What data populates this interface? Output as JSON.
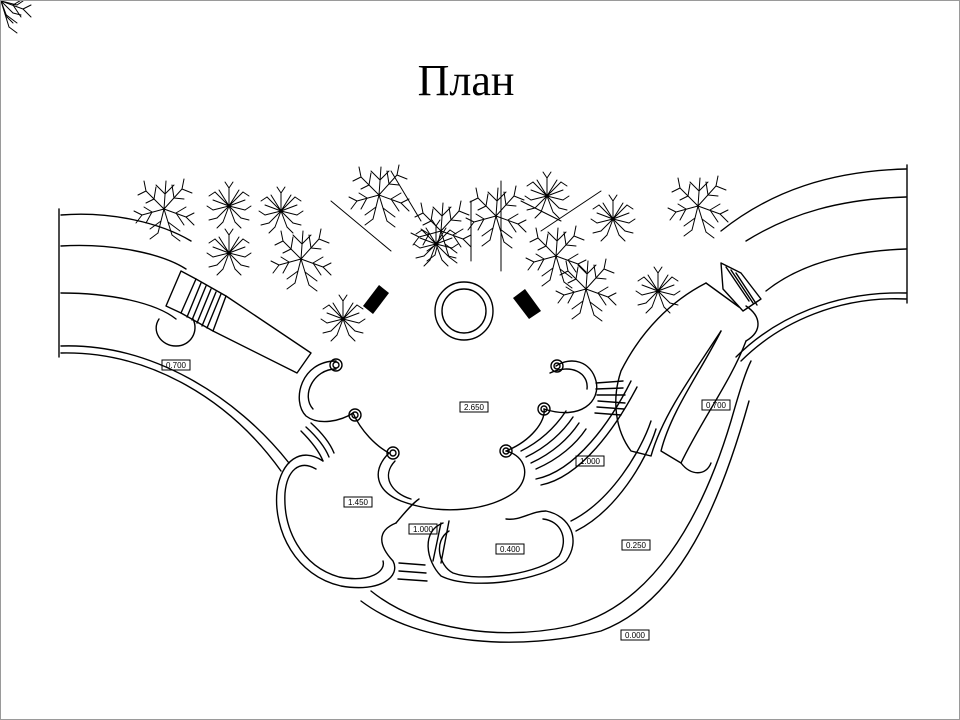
{
  "title": "План",
  "elevations": [
    "0.700",
    "2.650",
    "0.700",
    "1.000",
    "1.450",
    "1.000",
    "0.400",
    "0.250",
    "0.000"
  ],
  "colors": {
    "line": "#000000",
    "background": "#ffffff",
    "frame": "#9a9a9a"
  }
}
